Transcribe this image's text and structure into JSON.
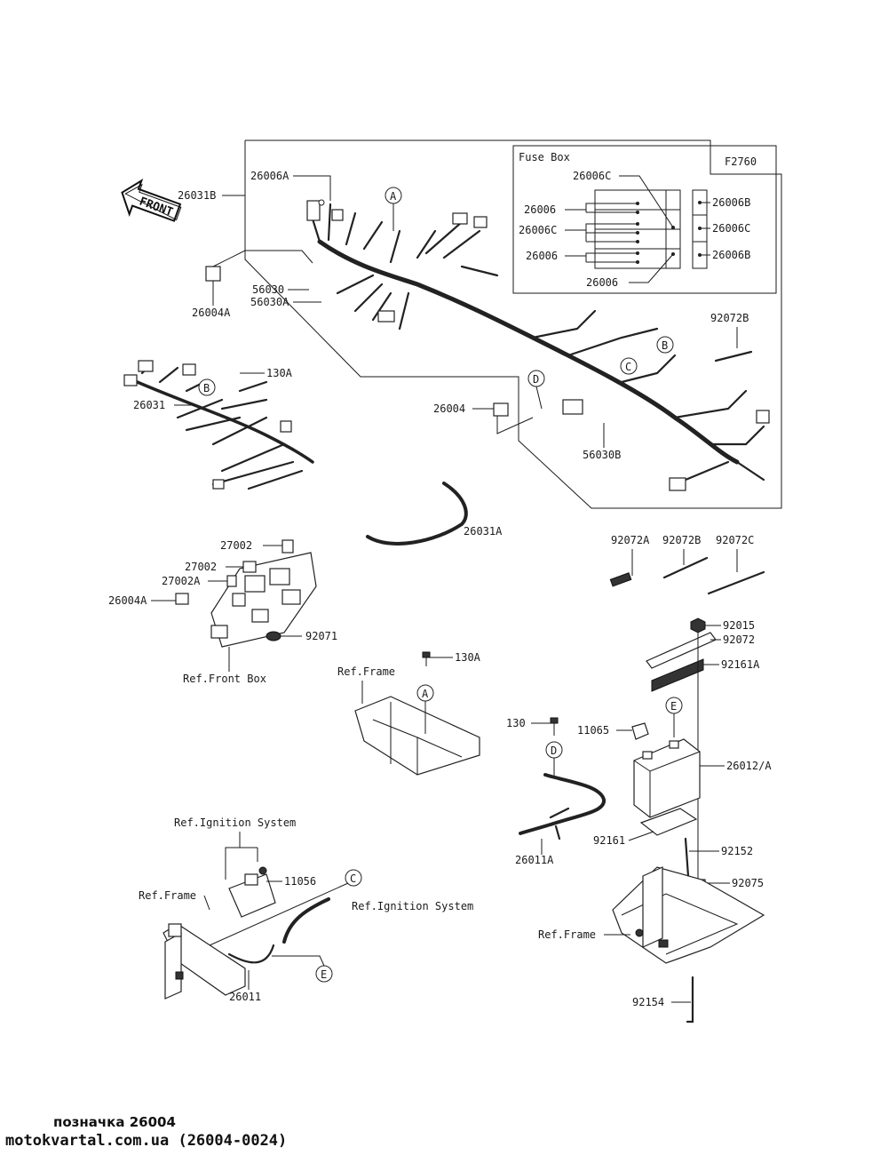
{
  "diagram_code": "F2760",
  "front_label": "FRONT",
  "fuse_box": {
    "title": "Fuse Box",
    "labels": [
      "26006C",
      "26006",
      "26006C",
      "26006",
      "26006",
      "26006B",
      "26006C",
      "26006B"
    ]
  },
  "callouts": {
    "c26006A": "26006A",
    "c26031B": "26031B",
    "c26004A_top": "26004A",
    "c56030": "56030",
    "c56030A": "56030A",
    "c130A_top": "130A",
    "c26031": "26031",
    "c26004": "26004",
    "c56030B": "56030B",
    "c92072B_top": "92072B",
    "c26031A": "26031A",
    "c27002_1": "27002",
    "c27002_2": "27002",
    "c27002A": "27002A",
    "c26004A_mid": "26004A",
    "c92071": "92071",
    "ref_front_box": "Ref.Front Box",
    "c92072A": "92072A",
    "c92072B": "92072B",
    "c92072C": "92072C",
    "c92015": "92015",
    "c92072": "92072",
    "c92161A": "92161A",
    "c130A_mid": "130A",
    "ref_frame_mid": "Ref.Frame",
    "c130": "130",
    "c11065": "11065",
    "c26012A": "26012/A",
    "c92161": "92161",
    "c26011A": "26011A",
    "c92152": "92152",
    "c92075": "92075",
    "ref_frame_right": "Ref.Frame",
    "c92154": "92154",
    "ref_ign_1": "Ref.Ignition System",
    "c11056": "11056",
    "ref_frame_left": "Ref.Frame",
    "ref_ign_2": "Ref.Ignition System",
    "c26011": "26011"
  },
  "circle_letters": {
    "a_top": "A",
    "b_right": "B",
    "c_right": "C",
    "d_top": "D",
    "b_left": "B",
    "a_mid": "A",
    "e_batt": "E",
    "d_batt": "D",
    "c_bottom": "C",
    "e_bottom": "E"
  },
  "footer": {
    "title": "позначка 26004",
    "site": "motokvartal.com.ua (26004-0024)"
  }
}
